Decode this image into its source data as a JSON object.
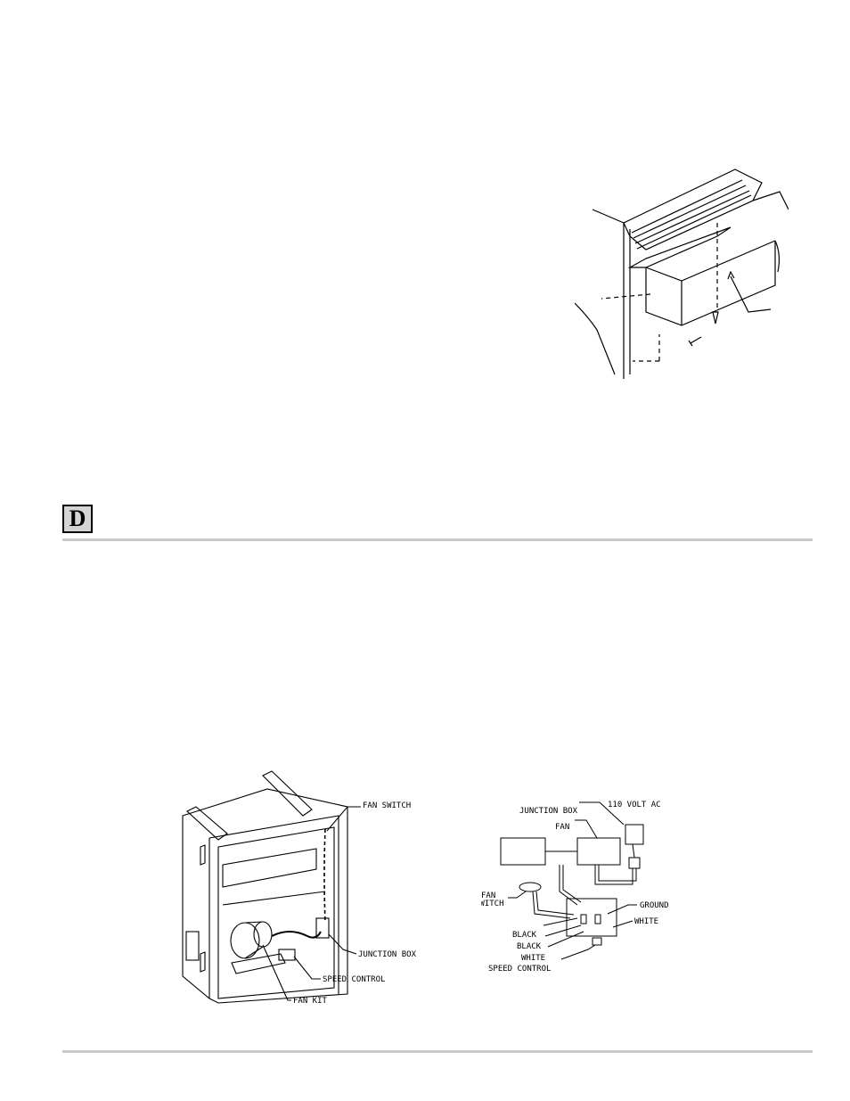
{
  "section": {
    "badge_letter": "D"
  },
  "figures": {
    "fan_kit_cabinet": {
      "labels": {
        "fan_switch": "FAN SWITCH",
        "junction_box": "JUNCTION BOX",
        "speed_control": "SPEED CONTROL",
        "fan_kit": "FAN KIT"
      }
    },
    "wiring_diagram": {
      "labels": {
        "junction_box": "JUNCTION BOX",
        "volt": "110 VOLT AC",
        "fan": "FAN",
        "fan_switch_1": "FAN",
        "fan_switch_2": "SWITCH",
        "ground": "GROUND",
        "white_right": "WHITE",
        "black_1": "BLACK",
        "black_2": "BLACK",
        "white_left": "WHITE",
        "speed_control": "SPEED CONTROL"
      }
    }
  }
}
